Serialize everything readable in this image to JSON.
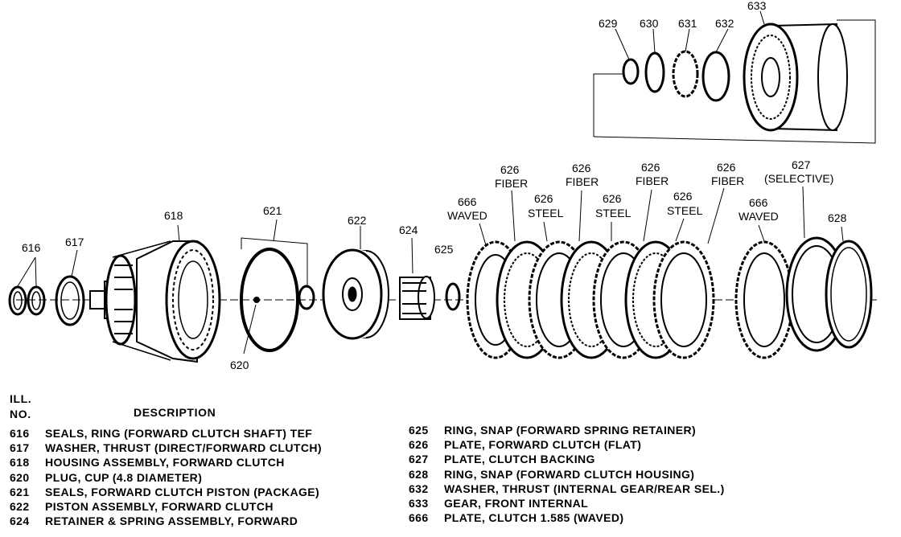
{
  "callouts": {
    "c616": "616",
    "c617": "617",
    "c618": "618",
    "c620": "620",
    "c621": "621",
    "c622": "622",
    "c624": "624",
    "c625": "625",
    "c666a_num": "666",
    "c666a_txt": "WAVED",
    "c626a_num": "626",
    "c626a_txt": "FIBER",
    "c626b_num": "626",
    "c626b_txt": "STEEL",
    "c626c_num": "626",
    "c626c_txt": "FIBER",
    "c626d_num": "626",
    "c626d_txt": "STEEL",
    "c626e_num": "626",
    "c626e_txt": "FIBER",
    "c626f_num": "626",
    "c626f_txt": "STEEL",
    "c626g_num": "626",
    "c626g_txt": "FIBER",
    "c666b_num": "666",
    "c666b_txt": "WAVED",
    "c627_num": "627",
    "c627_txt": "(SELECTIVE)",
    "c628": "628",
    "c629": "629",
    "c630": "630",
    "c631": "631",
    "c632": "632",
    "c633": "633"
  },
  "legend": {
    "header_ill": "ILL.",
    "header_no": "NO.",
    "header_desc": "DESCRIPTION",
    "left": [
      {
        "no": "616",
        "desc": "SEALS, RING (FORWARD CLUTCH SHAFT) TEF"
      },
      {
        "no": "617",
        "desc": "WASHER, THRUST (DIRECT/FORWARD CLUTCH)"
      },
      {
        "no": "618",
        "desc": "HOUSING ASSEMBLY, FORWARD CLUTCH"
      },
      {
        "no": "620",
        "desc": "PLUG, CUP (4.8 DIAMETER)"
      },
      {
        "no": "621",
        "desc": "SEALS, FORWARD CLUTCH PISTON (PACKAGE)"
      },
      {
        "no": "622",
        "desc": "PISTON ASSEMBLY, FORWARD CLUTCH"
      },
      {
        "no": "624",
        "desc": "RETAINER & SPRING ASSEMBLY, FORWARD"
      }
    ],
    "right": [
      {
        "no": "625",
        "desc": "RING, SNAP (FORWARD SPRING RETAINER)"
      },
      {
        "no": "626",
        "desc": "PLATE, FORWARD CLUTCH (FLAT)"
      },
      {
        "no": "627",
        "desc": "PLATE, CLUTCH BACKING"
      },
      {
        "no": "628",
        "desc": "RING, SNAP (FORWARD CLUTCH HOUSING)"
      },
      {
        "no": "632",
        "desc": "WASHER, THRUST (INTERNAL GEAR/REAR SEL.)"
      },
      {
        "no": "633",
        "desc": "GEAR, FRONT INTERNAL"
      },
      {
        "no": "666",
        "desc": "PLATE, CLUTCH 1.585 (WAVED)"
      }
    ]
  }
}
